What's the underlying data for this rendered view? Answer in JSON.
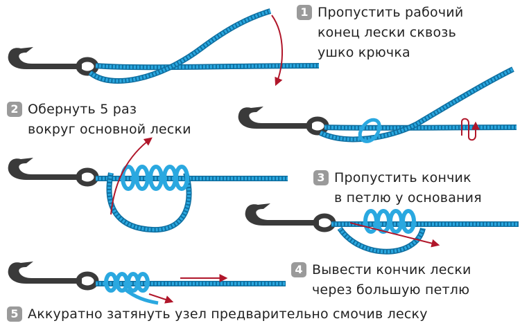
{
  "colors": {
    "line": "#2aa8e0",
    "line_dark": "#0f6fa0",
    "hook": "#3a3a3a",
    "arrow": "#b0162a",
    "badge": "#9a9a9a"
  },
  "steps": [
    {
      "num": "1",
      "lines": [
        "Пропустить рабочий",
        "конец лески сквозь",
        "ушко крючка"
      ]
    },
    {
      "num": "2",
      "lines": [
        "Обернуть 5 раз",
        "вокруг основной лески"
      ]
    },
    {
      "num": "3",
      "lines": [
        "Пропустить кончик",
        "в петлю у основания"
      ]
    },
    {
      "num": "4",
      "lines": [
        "Вывести кончик лески",
        "через большую петлю"
      ]
    },
    {
      "num": "5",
      "lines": [
        "Аккуратно затянуть узел предварительно смочив леску"
      ]
    }
  ]
}
